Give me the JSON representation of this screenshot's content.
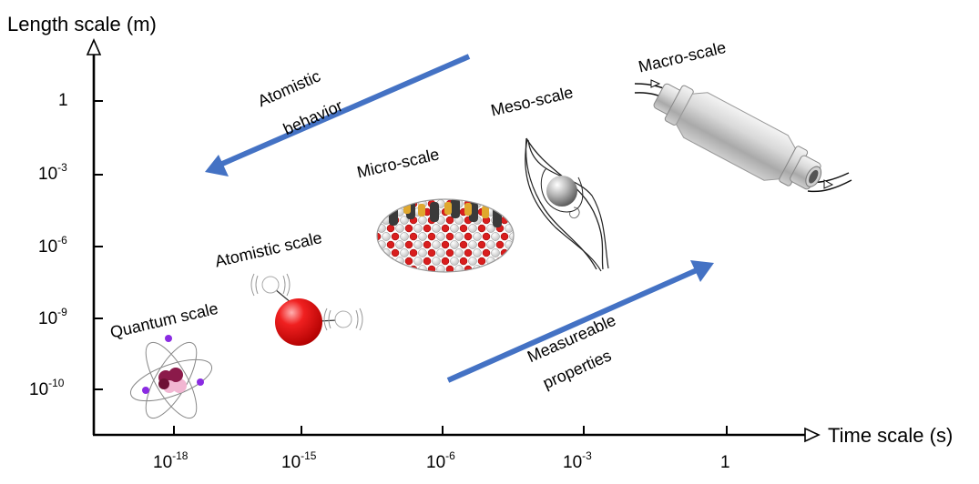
{
  "axes": {
    "y_title": "Length scale (m)",
    "x_title": "Time scale (s)",
    "y_ticks": [
      {
        "base": "1",
        "exp": ""
      },
      {
        "base": "10",
        "exp": "-3"
      },
      {
        "base": "10",
        "exp": "-6"
      },
      {
        "base": "10",
        "exp": "-9"
      },
      {
        "base": "10",
        "exp": "-10"
      }
    ],
    "x_ticks": [
      {
        "base": "10",
        "exp": "-18"
      },
      {
        "base": "10",
        "exp": "-15"
      },
      {
        "base": "10",
        "exp": "-6"
      },
      {
        "base": "10",
        "exp": "-3"
      },
      {
        "base": "1",
        "exp": ""
      }
    ]
  },
  "scales": {
    "quantum": "Quantum scale",
    "atomistic": "Atomistic scale",
    "micro": "Micro-scale",
    "meso": "Meso-scale",
    "macro": "Macro-scale"
  },
  "arrows": {
    "down": {
      "line1": "Atomistic",
      "line2": "behavior"
    },
    "up": {
      "line1": "Measureable",
      "line2": "properties"
    }
  },
  "colors": {
    "arrow": "#4472C4",
    "nucleus_dark": "#8B1A4A",
    "nucleus_light": "#F2B6D2",
    "electron": "#8A2BE2",
    "atom": "#E0101A",
    "oxygen": "#D91E1E",
    "gold": "#E0A82E",
    "carbon": "#3A3A3A"
  }
}
